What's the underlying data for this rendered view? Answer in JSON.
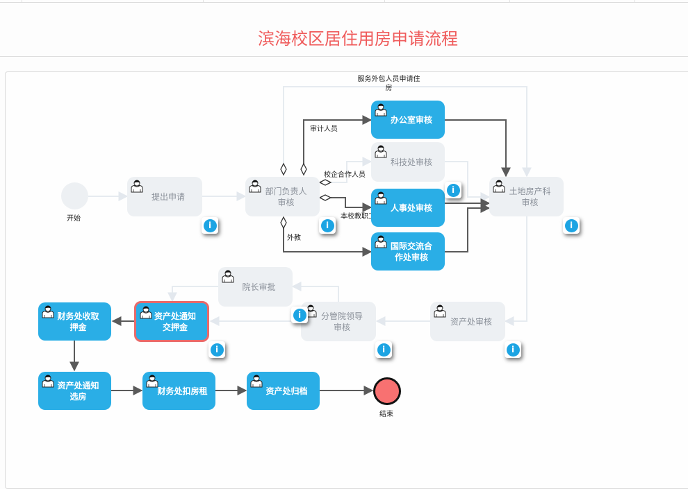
{
  "page": {
    "title": "滨海校区居住用房申请流程"
  },
  "colors": {
    "title": "#ef5b5b",
    "done_node": "#2aaee6",
    "pending_node": "#edf0f3",
    "current_border": "#e86a6a",
    "active_edge": "#5a5a5a",
    "inactive_edge": "#e6ebf0",
    "end_event": "#f87171"
  },
  "events": {
    "start": {
      "label": "开始"
    },
    "end": {
      "label": "结束"
    }
  },
  "nodes": {
    "submit": {
      "label": "提出申请",
      "status": "pending"
    },
    "dept_head": {
      "label": "部门负责人审核",
      "status": "pending"
    },
    "office": {
      "label": "办公室审核",
      "status": "done"
    },
    "sci_tech": {
      "label": "科技处审核",
      "status": "pending"
    },
    "hr": {
      "label": "人事处审核",
      "status": "done"
    },
    "intl": {
      "label": "国际交流合作处审核",
      "status": "done"
    },
    "land": {
      "label": "土地房产科审核",
      "status": "pending"
    },
    "asset_review": {
      "label": "资产处审核",
      "status": "pending"
    },
    "vp_leader": {
      "label": "分管院领导审核",
      "status": "pending"
    },
    "dean": {
      "label": "院长审批",
      "status": "pending"
    },
    "notify_deposit": {
      "label": "资产处通知交押金",
      "status": "current"
    },
    "finance_deposit": {
      "label": "财务处收取押金",
      "status": "done"
    },
    "notify_select": {
      "label": "资产处通知选房",
      "status": "done"
    },
    "finance_rent": {
      "label": "财务处扣房租",
      "status": "done"
    },
    "archive": {
      "label": "资产处归档",
      "status": "done"
    }
  },
  "edge_labels": {
    "outsourced": "服务外包人员申请住房",
    "auditor": "审计人员",
    "enterprise": "校企合作人员",
    "staff": "本校教职工",
    "foreign": "外教"
  },
  "info_icon": "i"
}
